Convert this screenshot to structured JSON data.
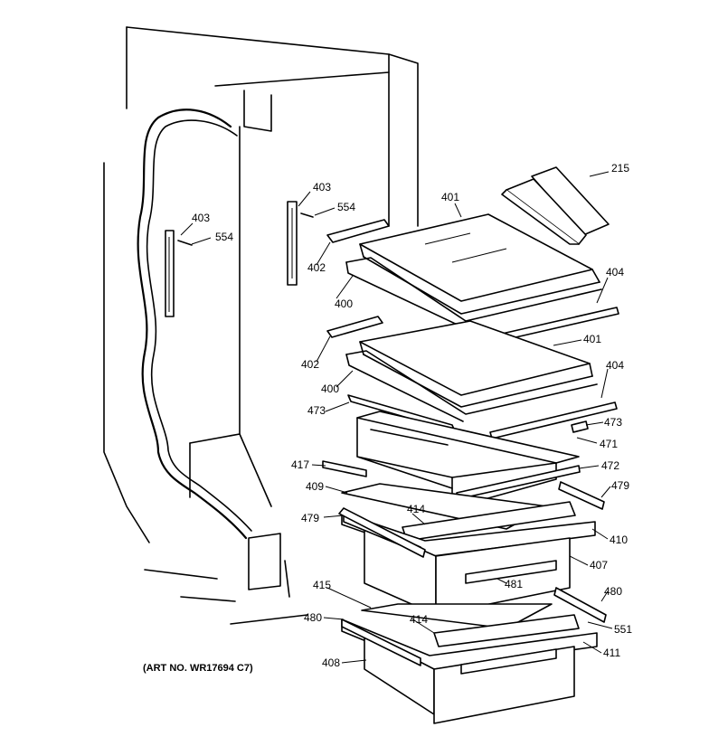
{
  "caption": "(ART NO. WR17694 C7)",
  "callouts": {
    "c215": "215",
    "c401a": "401",
    "c403a": "403",
    "c554a": "554",
    "c403b": "403",
    "c554b": "554",
    "c402a": "402",
    "c400a": "400",
    "c404a": "404",
    "c401b": "401",
    "c402b": "402",
    "c400b": "400",
    "c404b": "404",
    "c473a": "473",
    "c473b": "473",
    "c471": "471",
    "c417": "417",
    "c472": "472",
    "c409": "409",
    "c479a": "479",
    "c414a": "414",
    "c479b": "479",
    "c410": "410",
    "c407": "407",
    "c481": "481",
    "c415": "415",
    "c480a": "480",
    "c480b": "480",
    "c414b": "414",
    "c551": "551",
    "c411": "411",
    "c408": "408"
  }
}
